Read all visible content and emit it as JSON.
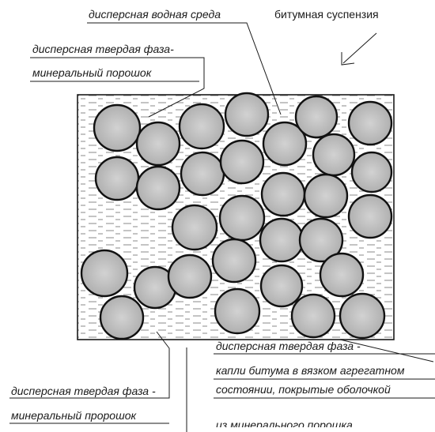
{
  "labels": {
    "water_medium": "дисперсная водная среда",
    "suspension": "битумная суспензия",
    "solid_phase_top_line1": "дисперсная твердая фаза-",
    "solid_phase_top_line2": "минеральный порошок",
    "bottom_right_line1": "дисперсная твердая фаза -",
    "bottom_right_line2": "капли битума в вязком агрегатном",
    "bottom_right_line3": "состоянии, покрытые оболочкой",
    "bottom_right_line4": "из минерального порошка",
    "bottom_left_line1": "дисперсная твердая фаза -",
    "bottom_left_line2": "минеральный пророшок"
  },
  "colors": {
    "ink": "#1a1a1a",
    "particle_fill": "#bdbdbd",
    "particle_stroke": "#111111",
    "dash": "#8a8a8a"
  }
}
